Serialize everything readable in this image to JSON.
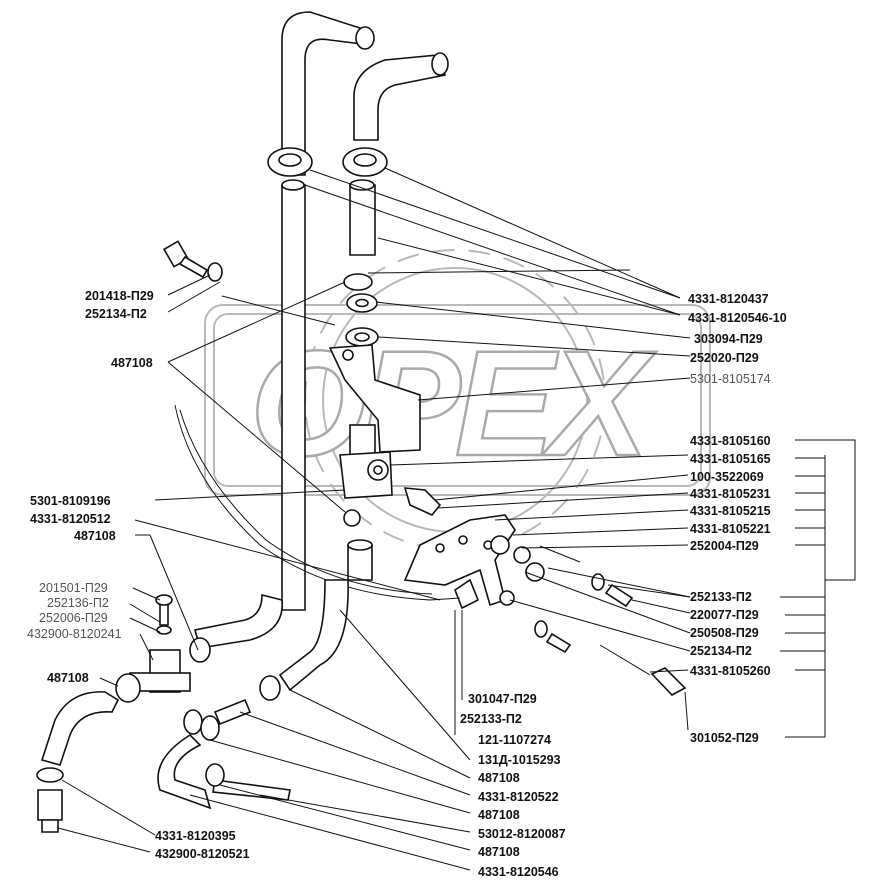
{
  "watermark": {
    "text": "OPEX"
  },
  "labels": [
    {
      "id": "l1",
      "text": "4331-8120437"
    },
    {
      "id": "l2",
      "text": "4331-8120546-10"
    },
    {
      "id": "l3",
      "text": "303094-П29"
    },
    {
      "id": "l4",
      "text": "252020-П29"
    },
    {
      "id": "l5",
      "text": "5301-8105174"
    },
    {
      "id": "l6",
      "text": "201418-П29"
    },
    {
      "id": "l7",
      "text": "252134-П2"
    },
    {
      "id": "l8",
      "text": "487108"
    },
    {
      "id": "l9",
      "text": "4331-8105160"
    },
    {
      "id": "l10",
      "text": "4331-8105165"
    },
    {
      "id": "l11",
      "text": "100-3522069"
    },
    {
      "id": "l12",
      "text": "4331-8105231"
    },
    {
      "id": "l13",
      "text": "4331-8105215"
    },
    {
      "id": "l14",
      "text": "4331-8105221"
    },
    {
      "id": "l15",
      "text": "252004-П29"
    },
    {
      "id": "l16",
      "text": "5301-8109196"
    },
    {
      "id": "l17",
      "text": "4331-8120512"
    },
    {
      "id": "l18",
      "text": "487108"
    },
    {
      "id": "l19",
      "text": "201501-П29"
    },
    {
      "id": "l20",
      "text": "252136-П2"
    },
    {
      "id": "l21",
      "text": "252006-П29"
    },
    {
      "id": "l22",
      "text": "432900-8120241"
    },
    {
      "id": "l23",
      "text": "487108"
    },
    {
      "id": "l24",
      "text": "252133-П2"
    },
    {
      "id": "l25",
      "text": "220077-П29"
    },
    {
      "id": "l26",
      "text": "250508-П29"
    },
    {
      "id": "l27",
      "text": "252134-П2"
    },
    {
      "id": "l28",
      "text": "4331-8105260"
    },
    {
      "id": "l29",
      "text": "301047-П29"
    },
    {
      "id": "l30",
      "text": "252133-П2"
    },
    {
      "id": "l31",
      "text": "121-1107274"
    },
    {
      "id": "l32",
      "text": "131Д-1015293"
    },
    {
      "id": "l33",
      "text": "301052-П29"
    },
    {
      "id": "l34",
      "text": "487108"
    },
    {
      "id": "l35",
      "text": "4331-8120522"
    },
    {
      "id": "l36",
      "text": "487108"
    },
    {
      "id": "l37",
      "text": "53012-8120087"
    },
    {
      "id": "l38",
      "text": "487108"
    },
    {
      "id": "l39",
      "text": "4331-8120546"
    },
    {
      "id": "l40",
      "text": "4331-8120395"
    },
    {
      "id": "l41",
      "text": "432900-8120521"
    }
  ]
}
